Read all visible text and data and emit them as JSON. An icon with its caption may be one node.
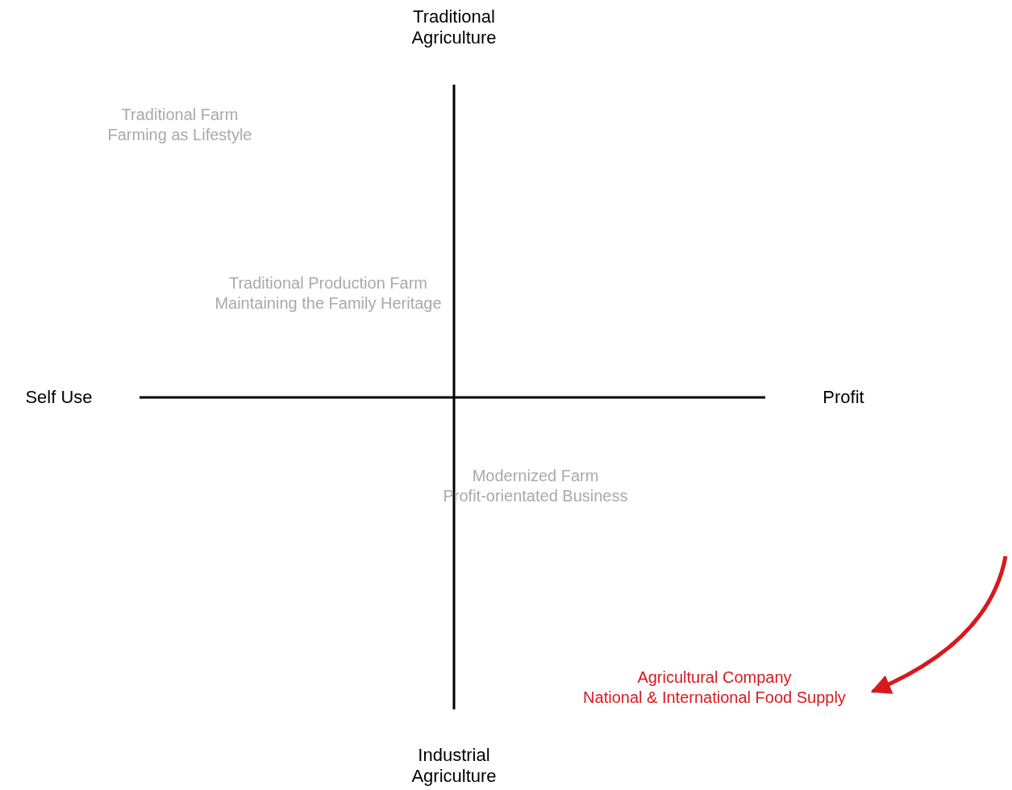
{
  "diagram": {
    "nodes": [
      {
        "text": [
          "Traditional Farm",
          "Farming as Lifestyle"
        ]
      },
      {
        "text": [
          "Traditional Production Farm",
          "Maintaining the Family Heritage"
        ]
      },
      {
        "text": [
          "Modernized Farm",
          "Profit-orientated Business"
        ]
      },
      {
        "text": [
          "Agricultural Company",
          "National & International Food Supply"
        ]
      }
    ],
    "edges": [
      {
        "from": null,
        "to": 3,
        "arrow": "to"
      }
    ],
    "labels": [
      "Traditional Agriculture",
      "Self Use",
      "Profit",
      "Industrial Agriculture"
    ]
  }
}
